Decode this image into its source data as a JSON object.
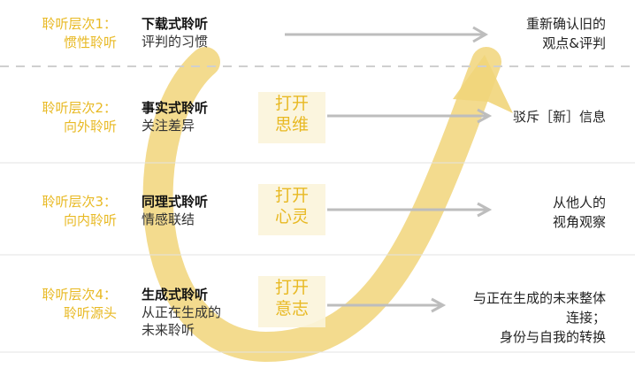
{
  "levels": [
    {
      "level_name": "聆听层次1：",
      "level_sub": "惯性聆听",
      "mode_title": "下载式聆听",
      "mode_desc": "评判的习惯",
      "outcome": [
        "重新确认旧的",
        "观点&评判"
      ]
    },
    {
      "level_name": "聆听层次2：",
      "level_sub": "向外聆听",
      "mode_title": "事实式聆听",
      "mode_desc": "关注差异",
      "open": [
        "打开",
        "思维"
      ],
      "outcome": [
        "驳斥［新］信息"
      ]
    },
    {
      "level_name": "聆听层次3：",
      "level_sub": "向内聆听",
      "mode_title": "同理式聆听",
      "mode_desc": "情感联结",
      "open": [
        "打开",
        "心灵"
      ],
      "outcome": [
        "从他人的",
        "视角观察"
      ]
    },
    {
      "level_name": "聆听层次4：",
      "level_sub": "聆听源头",
      "mode_title": "生成式聆听",
      "mode_desc": "从正在生成的",
      "mode_desc2": "未来聆听",
      "open": [
        "打开",
        "意志"
      ],
      "outcome": [
        "与正在生成的未来整体",
        "连接；",
        "身份与自我的转换"
      ]
    }
  ],
  "colors": {
    "accent": "#e8b923",
    "u_arrow": "#f1d57a",
    "dashed_line": "#cfcfcf",
    "arrow": "#bdbdbd"
  }
}
